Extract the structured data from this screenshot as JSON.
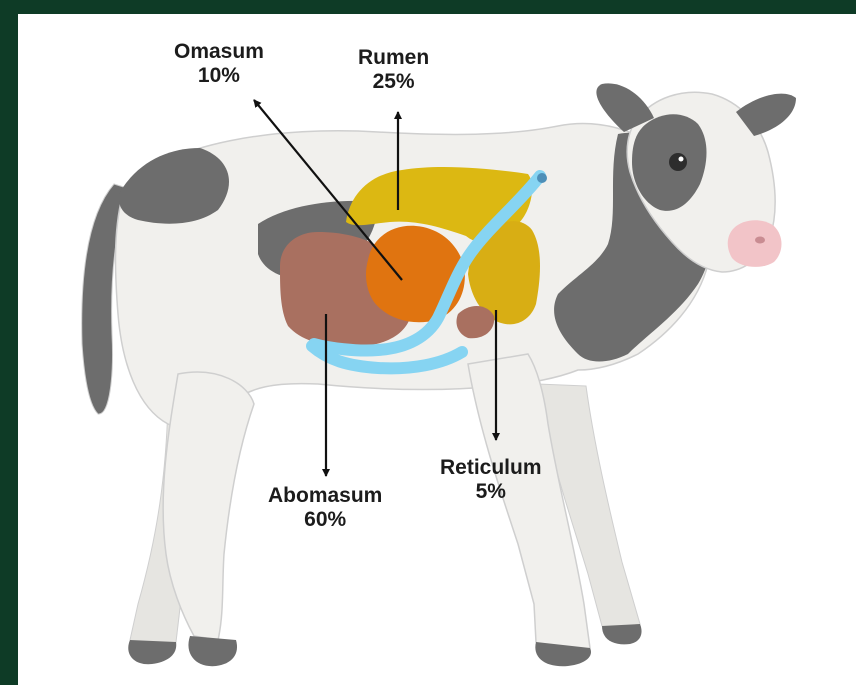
{
  "colors": {
    "frame": "#0e3b26",
    "background": "#ffffff",
    "rumen": "#dcb812",
    "reticulum": "#d8ae14",
    "omasum": "#e07410",
    "abomasum": "#a97060",
    "esophagus": "#86d4f2",
    "cow_white": "#f1f0ed",
    "cow_spots": "#6d6d6d",
    "nose": "#f2c4c8",
    "arrows": "#111111"
  },
  "compartments": [
    {
      "name": "Omasum",
      "percent": "10%",
      "share": 10
    },
    {
      "name": "Rumen",
      "percent": "25%",
      "share": 25
    },
    {
      "name": "Abomasum",
      "percent": "60%",
      "share": 60
    },
    {
      "name": "Reticulum",
      "percent": "5%",
      "share": 5
    }
  ]
}
